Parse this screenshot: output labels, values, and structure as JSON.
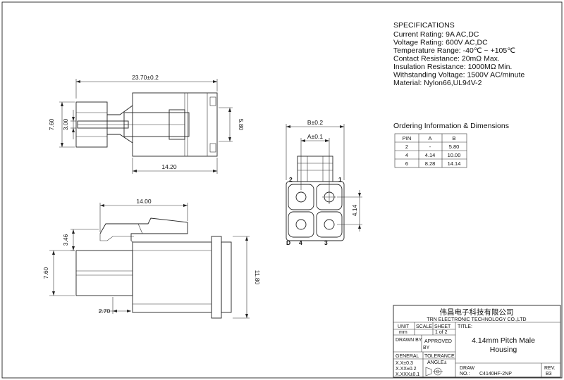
{
  "specifications": {
    "heading": "SPECIFICATIONS",
    "lines": [
      "Current Rating: 9A AC,DC",
      "Voltage Rating: 600V AC,DC",
      "Temperature Range: -40℃ ~ +105℃",
      "Contact Resistance: 20mΩ Max.",
      "Insulation Resistance: 1000MΩ Min.",
      "Withstanding Voltage: 1500V AC/minute",
      "Material: Nylon66,UL94V-2"
    ]
  },
  "ordering": {
    "heading": "Ordering Information & Dimensions",
    "headers": [
      "PIN",
      "A",
      "B"
    ],
    "rows": [
      [
        "2",
        "-",
        "5.80"
      ],
      [
        "4",
        "4.14",
        "10.00"
      ],
      [
        "6",
        "8.28",
        "14.14"
      ]
    ]
  },
  "dims": {
    "top_length": "23.70±0.2",
    "left_height": "7.60",
    "inner_height": "3.00",
    "right_height": "5.80",
    "bottom_length": "14.20",
    "side_top_length": "14.00",
    "side_latch": "3.46",
    "side_left_height": "7.60",
    "side_right_height": "11.80",
    "side_bottom": "2.70",
    "front_b": "B±0.2",
    "front_a": "A±0.1",
    "front_pitch": "4.14"
  },
  "pins": {
    "p1": "1",
    "p2": "2",
    "p3": "3",
    "p4": "4",
    "d": "D"
  },
  "title_block": {
    "company_cn": "伟昌电子科技有限公司",
    "company_en": "TRN ELECTRONIC TECHNOLOGY CO.,LTD",
    "unit_label": "UNIT",
    "unit_value": "mm",
    "scale_label": "SCALE",
    "sheet_label": "SHEET",
    "sheet_value": "1 of 2",
    "title_label": "TITLE:",
    "title_line1": "4.14mm Pitch Male",
    "title_line2": "Housing",
    "drawn_by": "DRAWN BY",
    "approved": "APPROVED",
    "approved_by": "BY",
    "general": "GENERAL",
    "tolerance": "TOLERANCE",
    "angle": "ANGLE±",
    "tol1": "X.X±0.3",
    "tol2": "X.XX±0.2",
    "tol3": "X.XXX±0.1",
    "draw_label": "DRAW",
    "no_label": "NO.:",
    "draw_no": "C4140HF-2NP",
    "rev_label": "REV.",
    "rev_value": "B3"
  }
}
